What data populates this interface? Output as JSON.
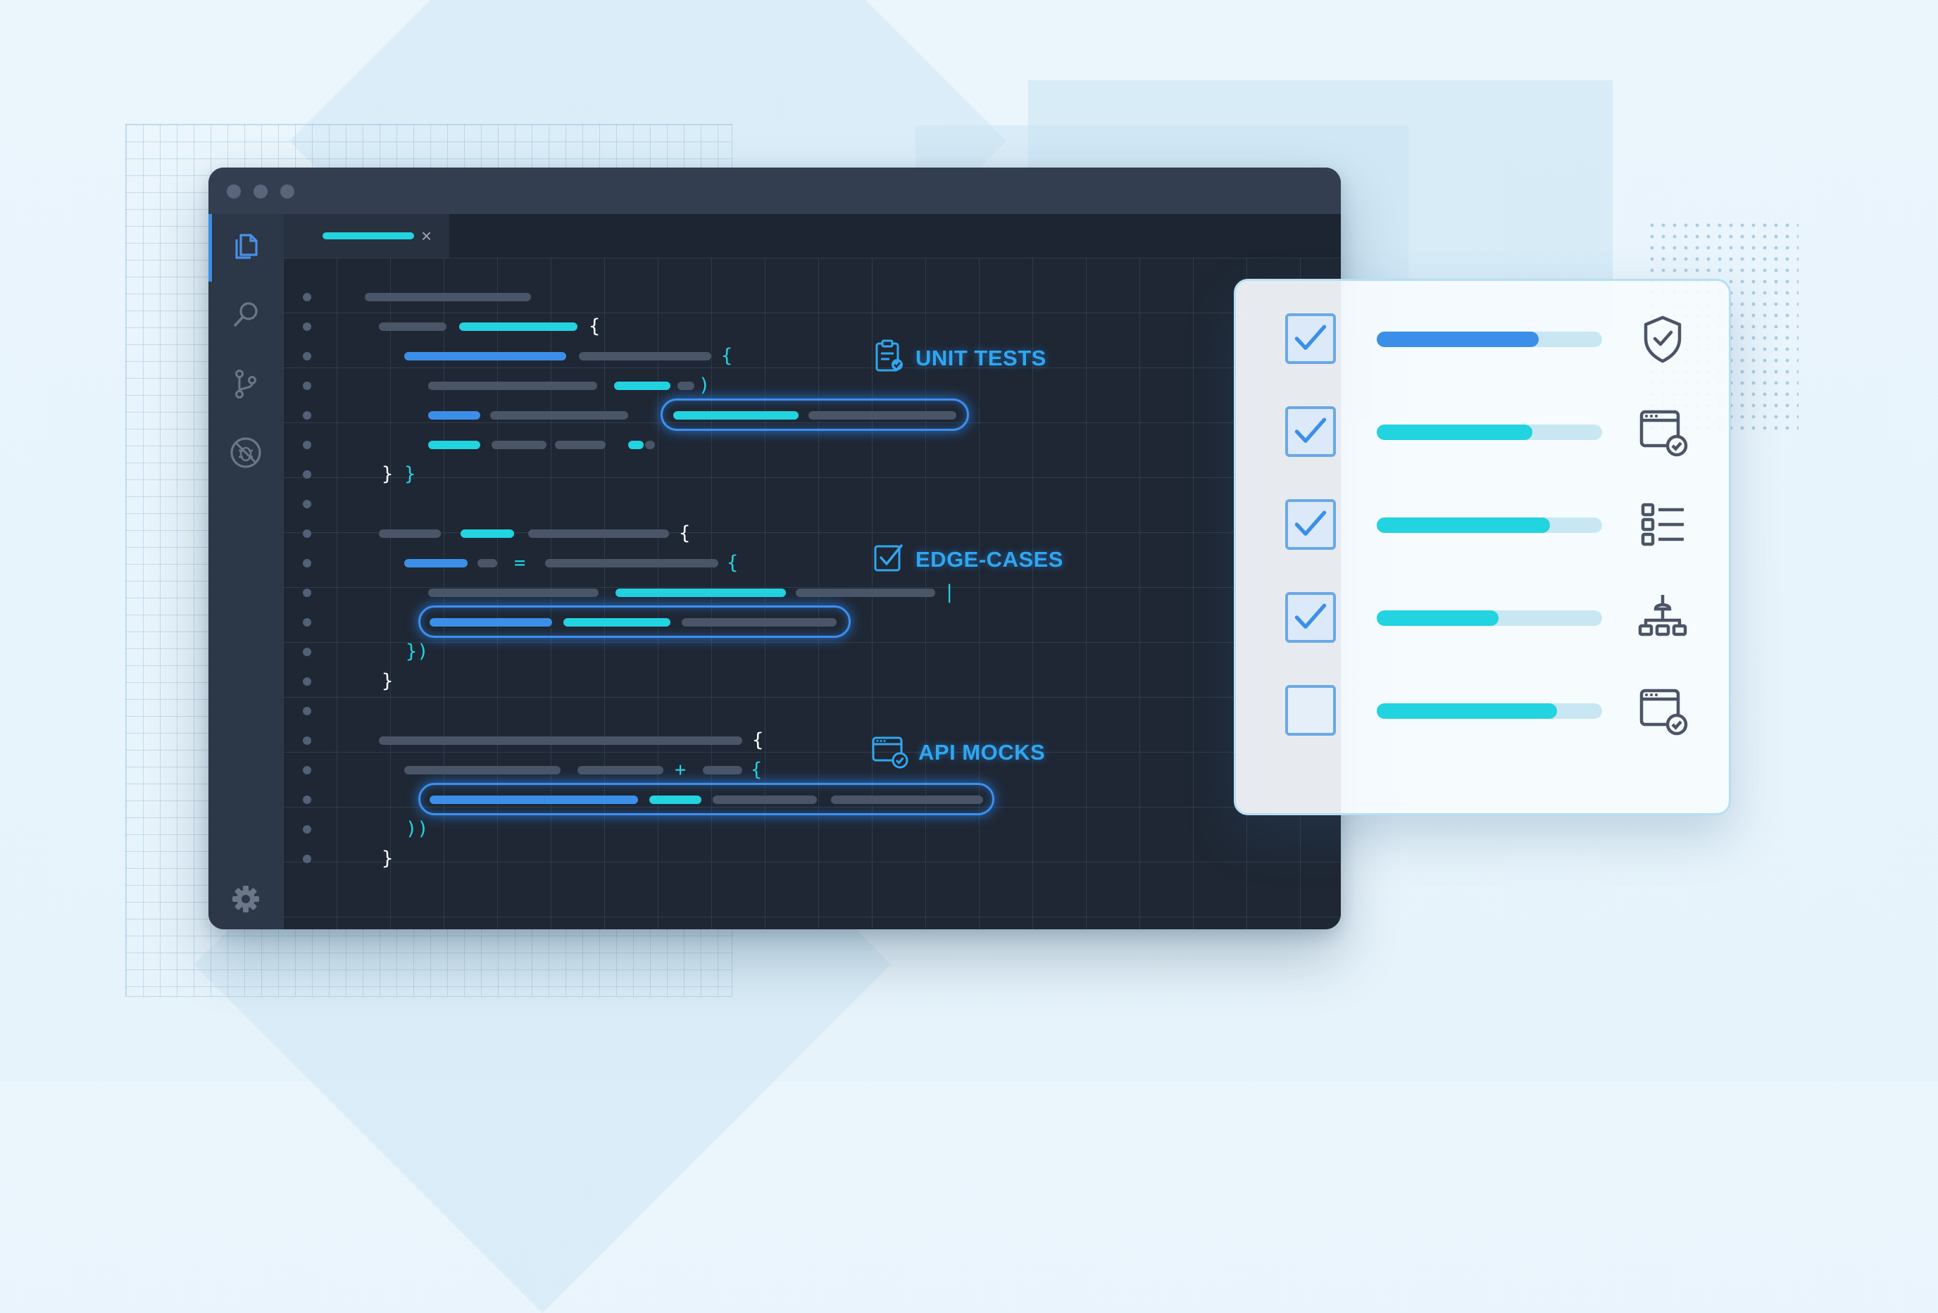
{
  "annotations": [
    {
      "label": "UNIT TESTS",
      "icon": "clipboard-check-icon"
    },
    {
      "label": "EDGE-CASES",
      "icon": "checkbox-icon"
    },
    {
      "label": "API MOCKS",
      "icon": "browser-check-icon"
    }
  ],
  "tab": {
    "close_label": "×"
  },
  "code_glyphs": {
    "open_brace": "{",
    "close_brace": "}",
    "close_paren": ")",
    "equals": "=",
    "plus": "+",
    "cursor": "|",
    "close_paren_brace": "})",
    "double_paren": "))"
  },
  "checklist": [
    {
      "checked": true,
      "progress": 0.72,
      "color": "#3b8fe8",
      "icon": "shield-check-icon"
    },
    {
      "checked": true,
      "progress": 0.69,
      "color": "#22d3e0",
      "icon": "browser-check-icon"
    },
    {
      "checked": true,
      "progress": 0.77,
      "color": "#22d3e0",
      "icon": "list-icon"
    },
    {
      "checked": true,
      "progress": 0.54,
      "color": "#22d3e0",
      "icon": "network-icon"
    },
    {
      "checked": false,
      "progress": 0.8,
      "color": "#22d3e0",
      "icon": "browser-check-icon"
    }
  ],
  "colors": {
    "accent_blue": "#3b8fe8",
    "accent_cyan": "#22d3e0",
    "editor_bg": "#1f2734",
    "label_blue": "#2fa7f0"
  }
}
